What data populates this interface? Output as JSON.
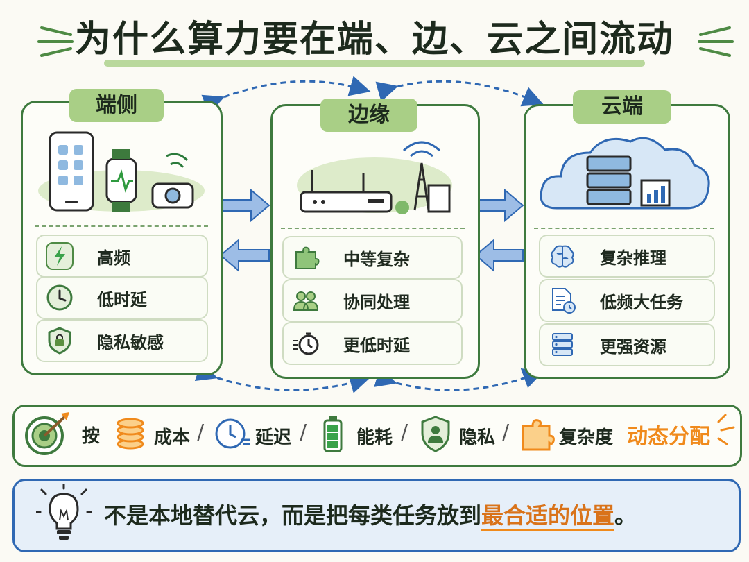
{
  "title": "为什么算力要在端、边、云之间流动",
  "panels": [
    {
      "label": "端侧",
      "items": [
        {
          "icon": "lightning-icon",
          "text": "高频"
        },
        {
          "icon": "clock-icon",
          "text": "低时延"
        },
        {
          "icon": "shield-lock-icon",
          "text": "隐私敏感"
        }
      ]
    },
    {
      "label": "边缘",
      "items": [
        {
          "icon": "puzzle-icon",
          "text": "中等复杂"
        },
        {
          "icon": "people-icon",
          "text": "协同处理"
        },
        {
          "icon": "stopwatch-icon",
          "text": "更低时延"
        }
      ]
    },
    {
      "label": "云端",
      "items": [
        {
          "icon": "brain-icon",
          "text": "复杂推理"
        },
        {
          "icon": "document-clock-icon",
          "text": "低频大任务"
        },
        {
          "icon": "server-icon",
          "text": "更强资源"
        }
      ]
    }
  ],
  "allocation": {
    "prefix": "按",
    "factors": [
      {
        "icon": "coins-icon",
        "text": "成本"
      },
      {
        "icon": "clock-icon",
        "text": "延迟"
      },
      {
        "icon": "battery-icon",
        "text": "能耗"
      },
      {
        "icon": "shield-user-icon",
        "text": "隐私"
      },
      {
        "icon": "puzzle-icon",
        "text": "复杂度"
      }
    ],
    "separator": "/",
    "suffix": "动态分配"
  },
  "conclusion": {
    "text": "不是本地替代云，而是把每类任务放到",
    "highlight": "最合适的位置",
    "end": "。"
  },
  "colors": {
    "green": "#3e7a3e",
    "leaf": "#a9cf86",
    "blue": "#2f68b3",
    "orange": "#f08a1c"
  }
}
